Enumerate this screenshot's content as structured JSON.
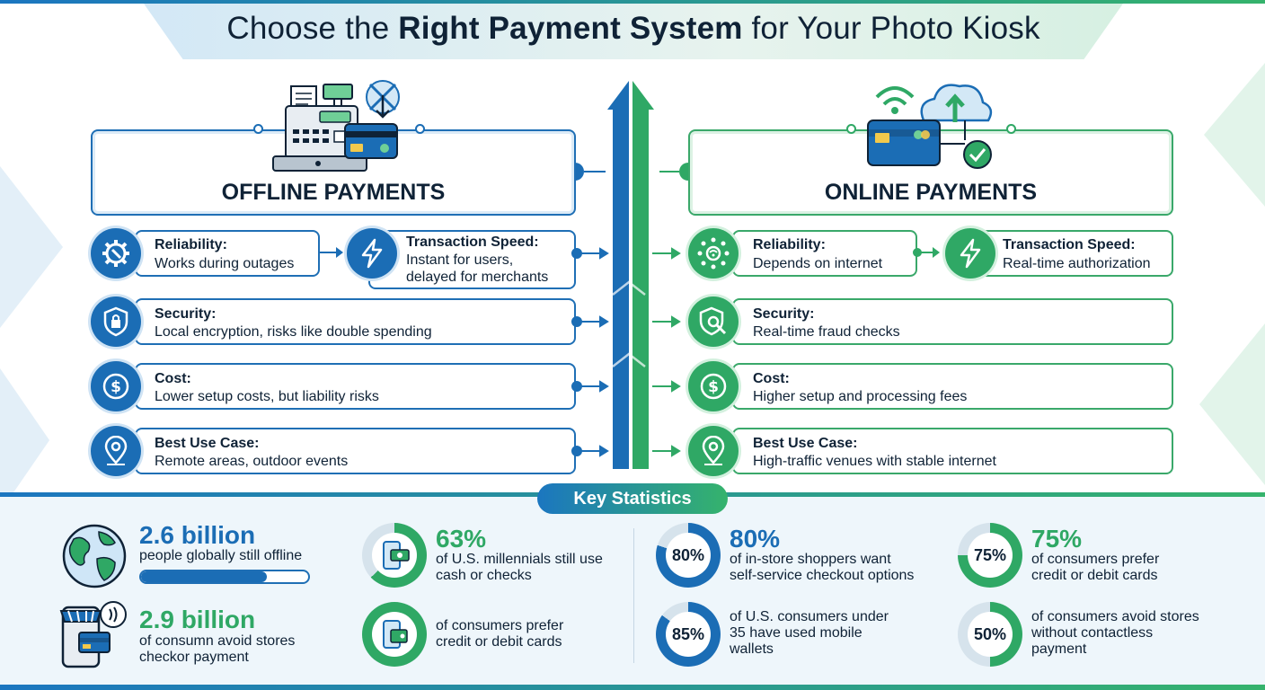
{
  "title": {
    "regular": "Choose the ",
    "bold": "Right Payment System",
    "rest": " for Your Photo Kiosk"
  },
  "offline": {
    "heading": "OFFLINE PAYMENTS",
    "rows": {
      "reliability": {
        "label": "Reliability:",
        "text": "Works during outages",
        "icon": "gear-wrench-icon"
      },
      "speed": {
        "label": "Transaction Speed:",
        "text1": "Instant for users,",
        "text2": "delayed for merchants",
        "icon": "lightning-icon"
      },
      "security": {
        "label": "Security:",
        "text": "Local encryption, risks like double spending",
        "icon": "shield-lock-icon"
      },
      "cost": {
        "label": "Cost:",
        "text": "Lower setup costs, but liability risks",
        "icon": "dollar-coin-icon"
      },
      "usecase": {
        "label": "Best Use Case:",
        "text": "Remote areas, outdoor events",
        "icon": "map-pin-icon"
      }
    }
  },
  "online": {
    "heading": "ONLINE PAYMENTS",
    "rows": {
      "reliability": {
        "label": "Reliability:",
        "text": "Depends on internet",
        "icon": "network-icon"
      },
      "speed": {
        "label": "Transaction Speed:",
        "text": "Real-time authorization",
        "icon": "lightning-icon"
      },
      "security": {
        "label": "Security:",
        "text": "Real-time fraud checks",
        "icon": "shield-search-icon"
      },
      "cost": {
        "label": "Cost:",
        "text": "Higher setup and processing fees",
        "icon": "dollar-coin-icon"
      },
      "usecase": {
        "label": "Best Use Case:",
        "text": "High-traffic venues with stable internet",
        "icon": "map-pin-icon"
      }
    }
  },
  "stats": {
    "heading": "Key Statistics",
    "s1": {
      "value": "2.6 billion",
      "desc": "people globally still offline",
      "fraction": 0.75,
      "icon": "globe-icon"
    },
    "s2": {
      "value": "2.9 billion",
      "desc1": "of consumn avoid stores",
      "desc2": "checkor payment",
      "icon": "phone-store-icon"
    },
    "s3": {
      "value": "63%",
      "desc1": "of U.S. millennials still use",
      "desc2": "cash or checks",
      "percent": 63,
      "icon": "phone-cash-icon"
    },
    "s4": {
      "desc1": "of consumers prefer",
      "desc2": "credit or debit cards",
      "icon": "phone-wallet-icon"
    },
    "s5": {
      "value": "80%",
      "ring": "80%",
      "desc1": "of in-store shoppers want",
      "desc2": "self-service checkout options",
      "percent": 80
    },
    "s6": {
      "ring": "85%",
      "desc1": "of U.S. consumers under",
      "desc2": "35 have used mobile",
      "desc3": "wallets",
      "percent": 85
    },
    "s7": {
      "value": "75%",
      "ring": "75%",
      "desc1": "of consumers prefer",
      "desc2": "credit or debit cards",
      "percent": 75
    },
    "s8": {
      "ring": "50%",
      "desc1": "of consumers avoid stores",
      "desc2": "without contactless",
      "desc3": "payment",
      "percent": 50
    }
  },
  "colors": {
    "blue": "#1b6db5",
    "green": "#2fa865",
    "navy": "#0f2236"
  }
}
